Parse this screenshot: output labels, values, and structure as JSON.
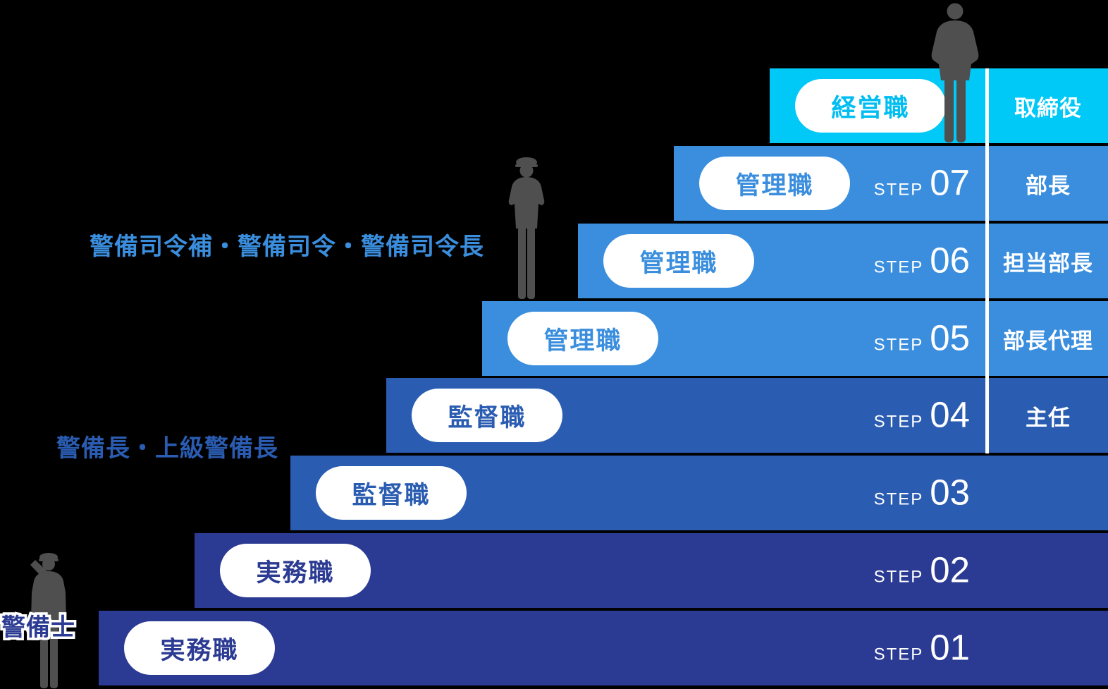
{
  "palette": {
    "background": "#000000",
    "tier_colors": {
      "practical": "#2b3a92",
      "supervisor": "#2a5cb1",
      "manager": "#3a8edd",
      "executive": "#00c8f7"
    },
    "pill_text_colors": {
      "practical": "#2b3a92",
      "supervisor": "#2a5cb1",
      "manager": "#3a8edd",
      "executive": "#00bdf2"
    },
    "pill_bg": "#ffffff",
    "step_text": "#ffffff",
    "divider": "#ffffff",
    "figure": "#4f4f4f"
  },
  "steps": [
    {
      "role": "経営職",
      "tier": "executive",
      "step_prefix": "",
      "step_num": "",
      "right_title": "取締役"
    },
    {
      "role": "管理職",
      "tier": "manager",
      "step_prefix": "STEP",
      "step_num": "07",
      "right_title": "部長"
    },
    {
      "role": "管理職",
      "tier": "manager",
      "step_prefix": "STEP",
      "step_num": "06",
      "right_title": "担当部長"
    },
    {
      "role": "管理職",
      "tier": "manager",
      "step_prefix": "STEP",
      "step_num": "05",
      "right_title": "部長代理"
    },
    {
      "role": "監督職",
      "tier": "supervisor",
      "step_prefix": "STEP",
      "step_num": "04",
      "right_title": "主任"
    },
    {
      "role": "監督職",
      "tier": "supervisor",
      "step_prefix": "STEP",
      "step_num": "03",
      "right_title": ""
    },
    {
      "role": "実務職",
      "tier": "practical",
      "step_prefix": "STEP",
      "step_num": "02",
      "right_title": ""
    },
    {
      "role": "実務職",
      "tier": "practical",
      "step_prefix": "STEP",
      "step_num": "01",
      "right_title": ""
    }
  ],
  "annotations": {
    "qualification_high": "警備司令補・警備司令・警備司令長",
    "qualification_mid": "警備長・上級警備長",
    "qualification_low": "警備士"
  },
  "figures": {
    "top": "businessman-silhouette",
    "middle": "guard-standing-silhouette",
    "bottom": "guard-saluting-silhouette"
  }
}
